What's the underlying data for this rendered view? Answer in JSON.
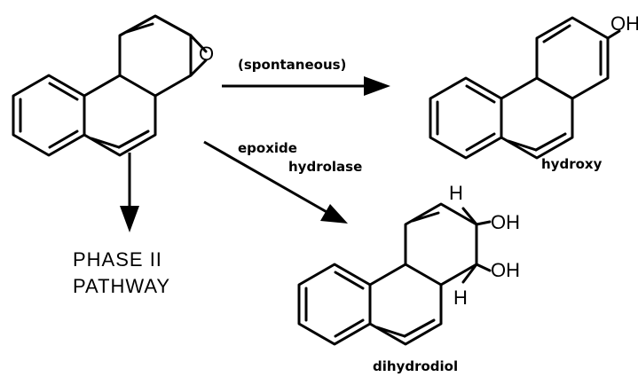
{
  "scheme": {
    "substrate": {
      "ring_atom": "O"
    },
    "paths": {
      "spontaneous": {
        "label": "(spontaneous)"
      },
      "enzymatic": {
        "label_line1": "epoxide",
        "label_line2": "hydrolase"
      },
      "conjugation": {
        "label_line1": "PHASE II",
        "label_line2": "PATHWAY"
      }
    },
    "products": {
      "hydroxy": {
        "name": "hydroxy",
        "group": "OH"
      },
      "dihydrodiol": {
        "name": "dihydrodiol",
        "group_top": "OH",
        "group_bottom": "OH",
        "h_top": "H",
        "h_bottom": "H"
      }
    }
  }
}
